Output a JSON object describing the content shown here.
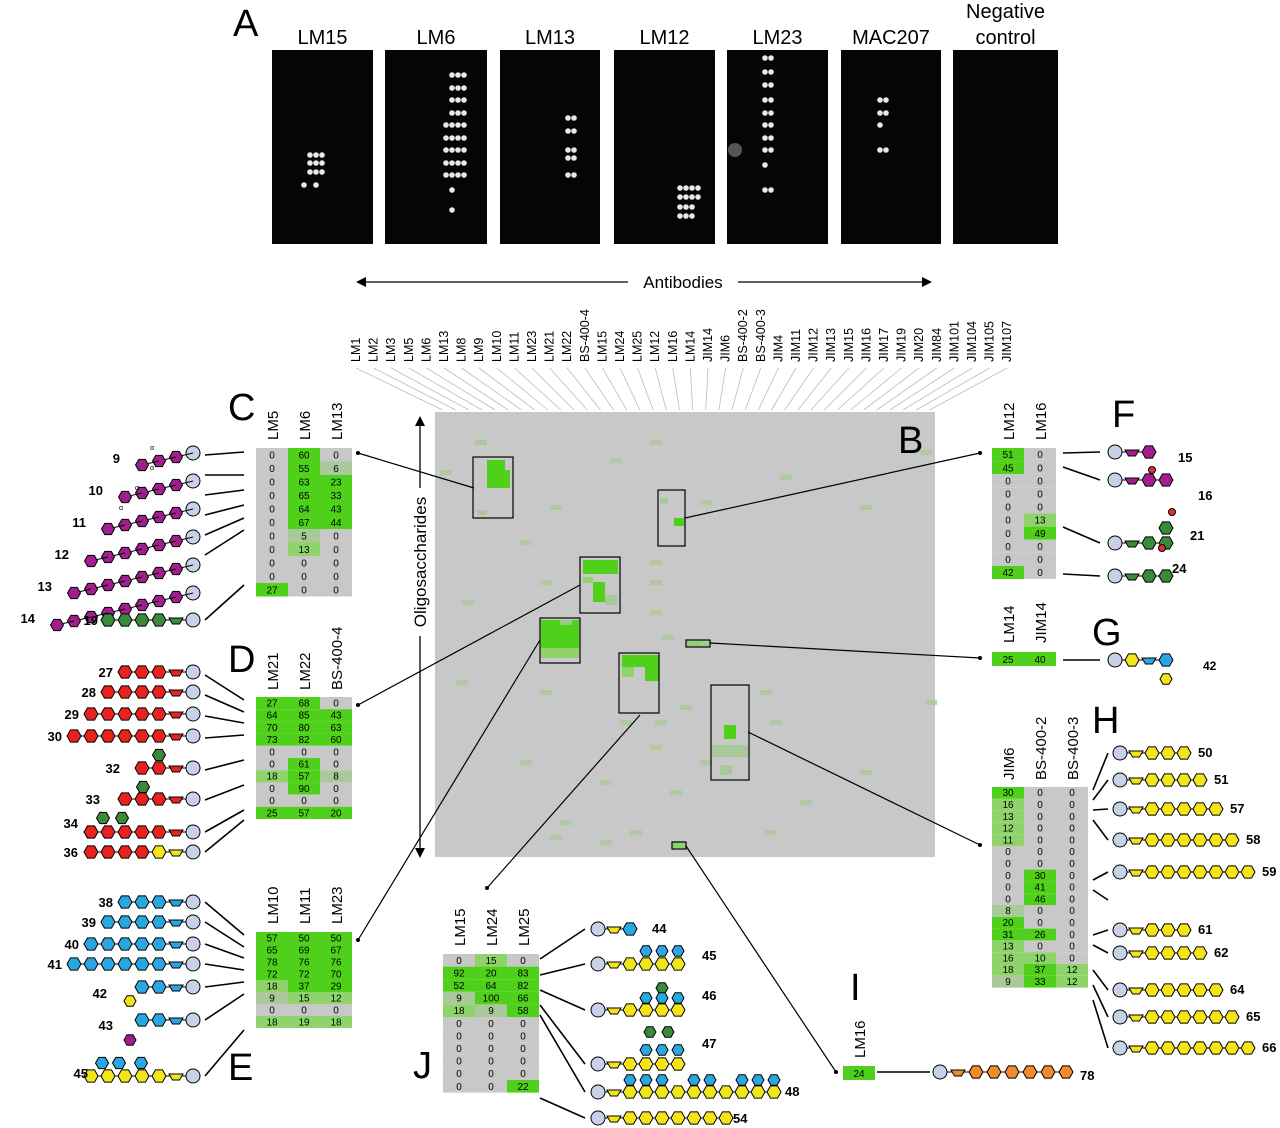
{
  "panel_letters": {
    "A": "A",
    "B": "B",
    "C": "C",
    "D": "D",
    "E": "E",
    "F": "F",
    "G": "G",
    "H": "H",
    "I": "I",
    "J": "J"
  },
  "microarray": {
    "labels": [
      "LM15",
      "LM6",
      "LM13",
      "LM12",
      "LM23",
      "MAC207",
      "Negative control"
    ]
  },
  "axes": {
    "antibodies": "Antibodies",
    "oligosaccharides": "Oligosaccharides"
  },
  "antibody_columns": [
    "LM1",
    "LM2",
    "LM3",
    "LM5",
    "LM6",
    "LM13",
    "LM8",
    "LM9",
    "LM10",
    "LM11",
    "LM23",
    "LM21",
    "LM22",
    "BS-400-4",
    "LM15",
    "LM24",
    "LM25",
    "LM12",
    "LM16",
    "LM14",
    "JIM14",
    "JIM6",
    "BS-400-2",
    "BS-400-3",
    "JIM4",
    "JIM11",
    "JIM12",
    "JIM13",
    "JIM15",
    "JIM16",
    "JIM17",
    "JIM19",
    "JIM20",
    "JIM84",
    "JIM101",
    "JIM104",
    "JIM105",
    "JIM107"
  ],
  "tables": {
    "C": {
      "headers": [
        "LM5",
        "LM6",
        "LM13"
      ],
      "rows": [
        [
          "0",
          "60",
          "0"
        ],
        [
          "0",
          "55",
          "6"
        ],
        [
          "0",
          "63",
          "23"
        ],
        [
          "0",
          "65",
          "33"
        ],
        [
          "0",
          "64",
          "43"
        ],
        [
          "0",
          "67",
          "44"
        ],
        [
          "0",
          "5",
          "0"
        ],
        [
          "0",
          "13",
          "0"
        ],
        [
          "0",
          "0",
          "0"
        ],
        [
          "0",
          "0",
          "0"
        ],
        [
          "27",
          "0",
          "0"
        ]
      ],
      "glycans": [
        "9",
        "10",
        "11",
        "12",
        "13",
        "14",
        "19"
      ]
    },
    "D": {
      "headers": [
        "LM21",
        "LM22",
        "BS-400-4"
      ],
      "rows": [
        [
          "27",
          "68",
          "0"
        ],
        [
          "64",
          "85",
          "43"
        ],
        [
          "70",
          "80",
          "63"
        ],
        [
          "73",
          "82",
          "60"
        ],
        [
          "0",
          "0",
          "0"
        ],
        [
          "0",
          "61",
          "0"
        ],
        [
          "18",
          "57",
          "8"
        ],
        [
          "0",
          "90",
          "0"
        ],
        [
          "0",
          "0",
          "0"
        ],
        [
          "25",
          "57",
          "20"
        ]
      ],
      "glycans": [
        "27",
        "28",
        "29",
        "30",
        "32",
        "33",
        "34",
        "36"
      ]
    },
    "E": {
      "headers": [
        "LM10",
        "LM11",
        "LM23"
      ],
      "rows": [
        [
          "57",
          "50",
          "50"
        ],
        [
          "65",
          "69",
          "67"
        ],
        [
          "78",
          "76",
          "76"
        ],
        [
          "72",
          "72",
          "70"
        ],
        [
          "18",
          "37",
          "29"
        ],
        [
          "9",
          "15",
          "12"
        ],
        [
          "0",
          "0",
          "0"
        ],
        [
          "18",
          "19",
          "18"
        ]
      ],
      "glycans": [
        "38",
        "39",
        "40",
        "41",
        "42",
        "43",
        "45"
      ]
    },
    "F": {
      "headers": [
        "LM12",
        "LM16"
      ],
      "rows": [
        [
          "51",
          "0"
        ],
        [
          "45",
          "0"
        ],
        [
          "0",
          "0"
        ],
        [
          "0",
          "0"
        ],
        [
          "0",
          "0"
        ],
        [
          "0",
          "13"
        ],
        [
          "0",
          "49"
        ],
        [
          "0",
          "0"
        ],
        [
          "0",
          "0"
        ],
        [
          "42",
          "0"
        ]
      ],
      "glycans": [
        "15",
        "16",
        "21",
        "24"
      ]
    },
    "G": {
      "headers": [
        "LM14",
        "JIM14"
      ],
      "rows": [
        [
          "25",
          "40"
        ]
      ],
      "glycans": [
        "42"
      ]
    },
    "H": {
      "headers": [
        "JIM6",
        "BS-400-2",
        "BS-400-3"
      ],
      "rows": [
        [
          "30",
          "0",
          "0"
        ],
        [
          "16",
          "0",
          "0"
        ],
        [
          "13",
          "0",
          "0"
        ],
        [
          "12",
          "0",
          "0"
        ],
        [
          "11",
          "0",
          "0"
        ],
        [
          "0",
          "0",
          "0"
        ],
        [
          "0",
          "0",
          "0"
        ],
        [
          "0",
          "30",
          "0"
        ],
        [
          "0",
          "41",
          "0"
        ],
        [
          "0",
          "46",
          "0"
        ],
        [
          "8",
          "0",
          "0"
        ],
        [
          "20",
          "0",
          "0"
        ],
        [
          "31",
          "26",
          "0"
        ],
        [
          "13",
          "0",
          "0"
        ],
        [
          "16",
          "10",
          "0"
        ],
        [
          "18",
          "37",
          "12"
        ],
        [
          "9",
          "33",
          "12"
        ]
      ],
      "glycans": [
        "50",
        "51",
        "57",
        "58",
        "59",
        "61",
        "62",
        "64",
        "65",
        "66"
      ]
    },
    "I": {
      "headers": [
        "LM16"
      ],
      "rows": [
        [
          "24"
        ]
      ],
      "glycans": [
        "78"
      ]
    },
    "J": {
      "headers": [
        "LM15",
        "LM24",
        "LM25"
      ],
      "rows": [
        [
          "0",
          "15",
          "0"
        ],
        [
          "92",
          "20",
          "83"
        ],
        [
          "52",
          "64",
          "82"
        ],
        [
          "9",
          "100",
          "66"
        ],
        [
          "18",
          "9",
          "58"
        ],
        [
          "0",
          "0",
          "0"
        ],
        [
          "0",
          "0",
          "0"
        ],
        [
          "0",
          "0",
          "0"
        ],
        [
          "0",
          "0",
          "0"
        ],
        [
          "0",
          "0",
          "0"
        ],
        [
          "0",
          "0",
          "22"
        ]
      ],
      "glycans": [
        "44",
        "45",
        "46",
        "47",
        "48",
        "54"
      ]
    }
  },
  "glycan_alpha": "α",
  "colors": {
    "heatmap_bg": "#c8c8c8",
    "green_strong": "#4fd01a",
    "green_mid": "#8fd46a",
    "green_light": "#a9c99a",
    "table_grey": "#c8c8c8",
    "galacturonic": "#a01f8c",
    "xylose": "#f4e41a",
    "rhamnose": "#3a8a3a",
    "galactose": "#e8231f",
    "glucuronic": "#2aa7e0",
    "reducing_end": "#c9d1e9",
    "fucose_red": "#e03030",
    "arabinose_orange": "#f08c2a"
  }
}
